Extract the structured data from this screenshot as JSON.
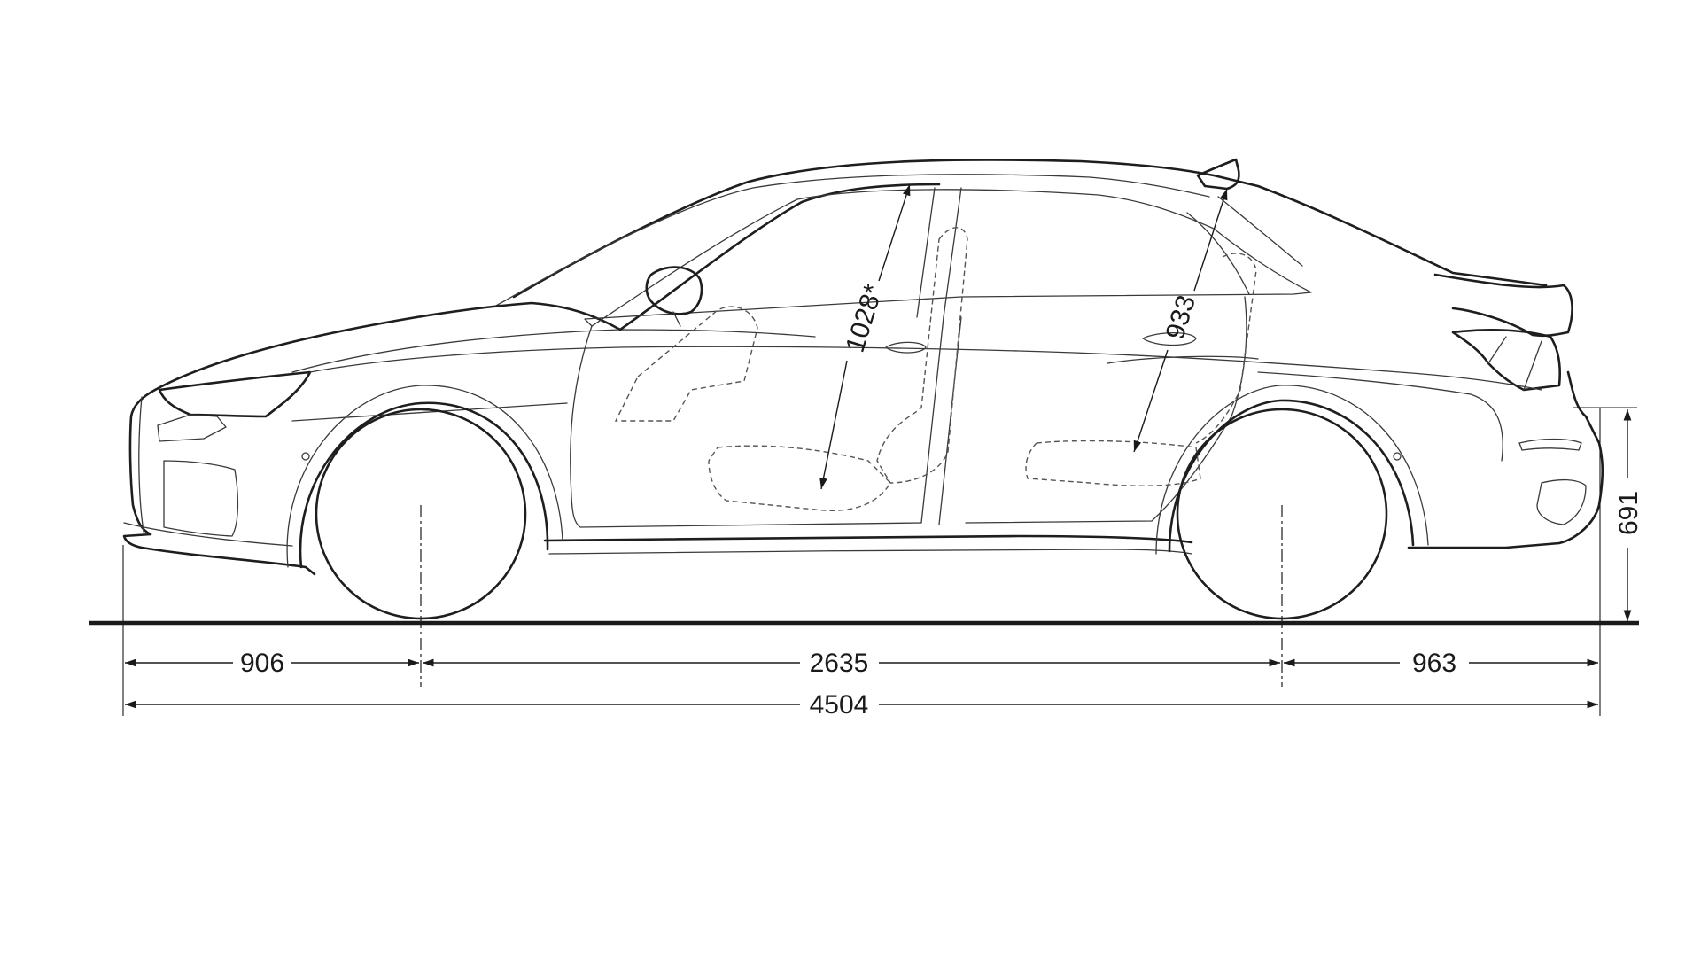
{
  "dimensions": {
    "front_overhang": "906",
    "wheelbase": "2635",
    "rear_overhang": "963",
    "overall_length": "4504",
    "front_headroom": "1028*",
    "rear_headroom": "933",
    "loading_sill_height": "691"
  }
}
